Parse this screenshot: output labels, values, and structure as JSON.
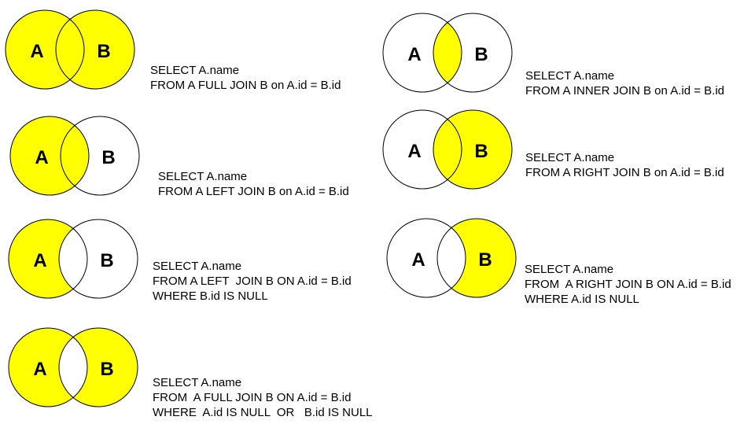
{
  "colors": {
    "fill": "#ffff00",
    "background": "#ffffff",
    "stroke": "#000000"
  },
  "diagrams": [
    {
      "id": "full-join",
      "shade": "both",
      "label_a": "A",
      "label_b": "B",
      "sql": [
        "SELECT A.name",
        "FROM A FULL JOIN B on A.id = B.id"
      ]
    },
    {
      "id": "inner-join",
      "shade": "intersection",
      "label_a": "A",
      "label_b": "B",
      "sql": [
        "SELECT A.name",
        "FROM A INNER JOIN B on A.id = B.id"
      ]
    },
    {
      "id": "left-join",
      "shade": "a",
      "label_a": "A",
      "label_b": "B",
      "sql": [
        "SELECT A.name",
        "FROM A LEFT JOIN B on A.id = B.id"
      ]
    },
    {
      "id": "right-join",
      "shade": "b",
      "label_a": "A",
      "label_b": "B",
      "sql": [
        "SELECT A.name",
        "FROM A RIGHT JOIN B on A.id = B.id"
      ]
    },
    {
      "id": "left-join-null",
      "shade": "a-only",
      "label_a": "A",
      "label_b": "B",
      "sql": [
        "SELECT A.name",
        "FROM A LEFT  JOIN B ON A.id = B.id",
        "WHERE B.id IS NULL"
      ]
    },
    {
      "id": "right-join-null",
      "shade": "b-only",
      "label_a": "A",
      "label_b": "B",
      "sql": [
        "SELECT A.name",
        "FROM  A RIGHT JOIN B ON A.id = B.id",
        "WHERE A.id IS NULL"
      ]
    },
    {
      "id": "full-join-null",
      "shade": "symmetric-difference",
      "label_a": "A",
      "label_b": "B",
      "sql": [
        "SELECT A.name",
        "FROM  A FULL JOIN B ON A.id = B.id",
        "WHERE  A.id IS NULL  OR   B.id IS NULL"
      ]
    }
  ]
}
